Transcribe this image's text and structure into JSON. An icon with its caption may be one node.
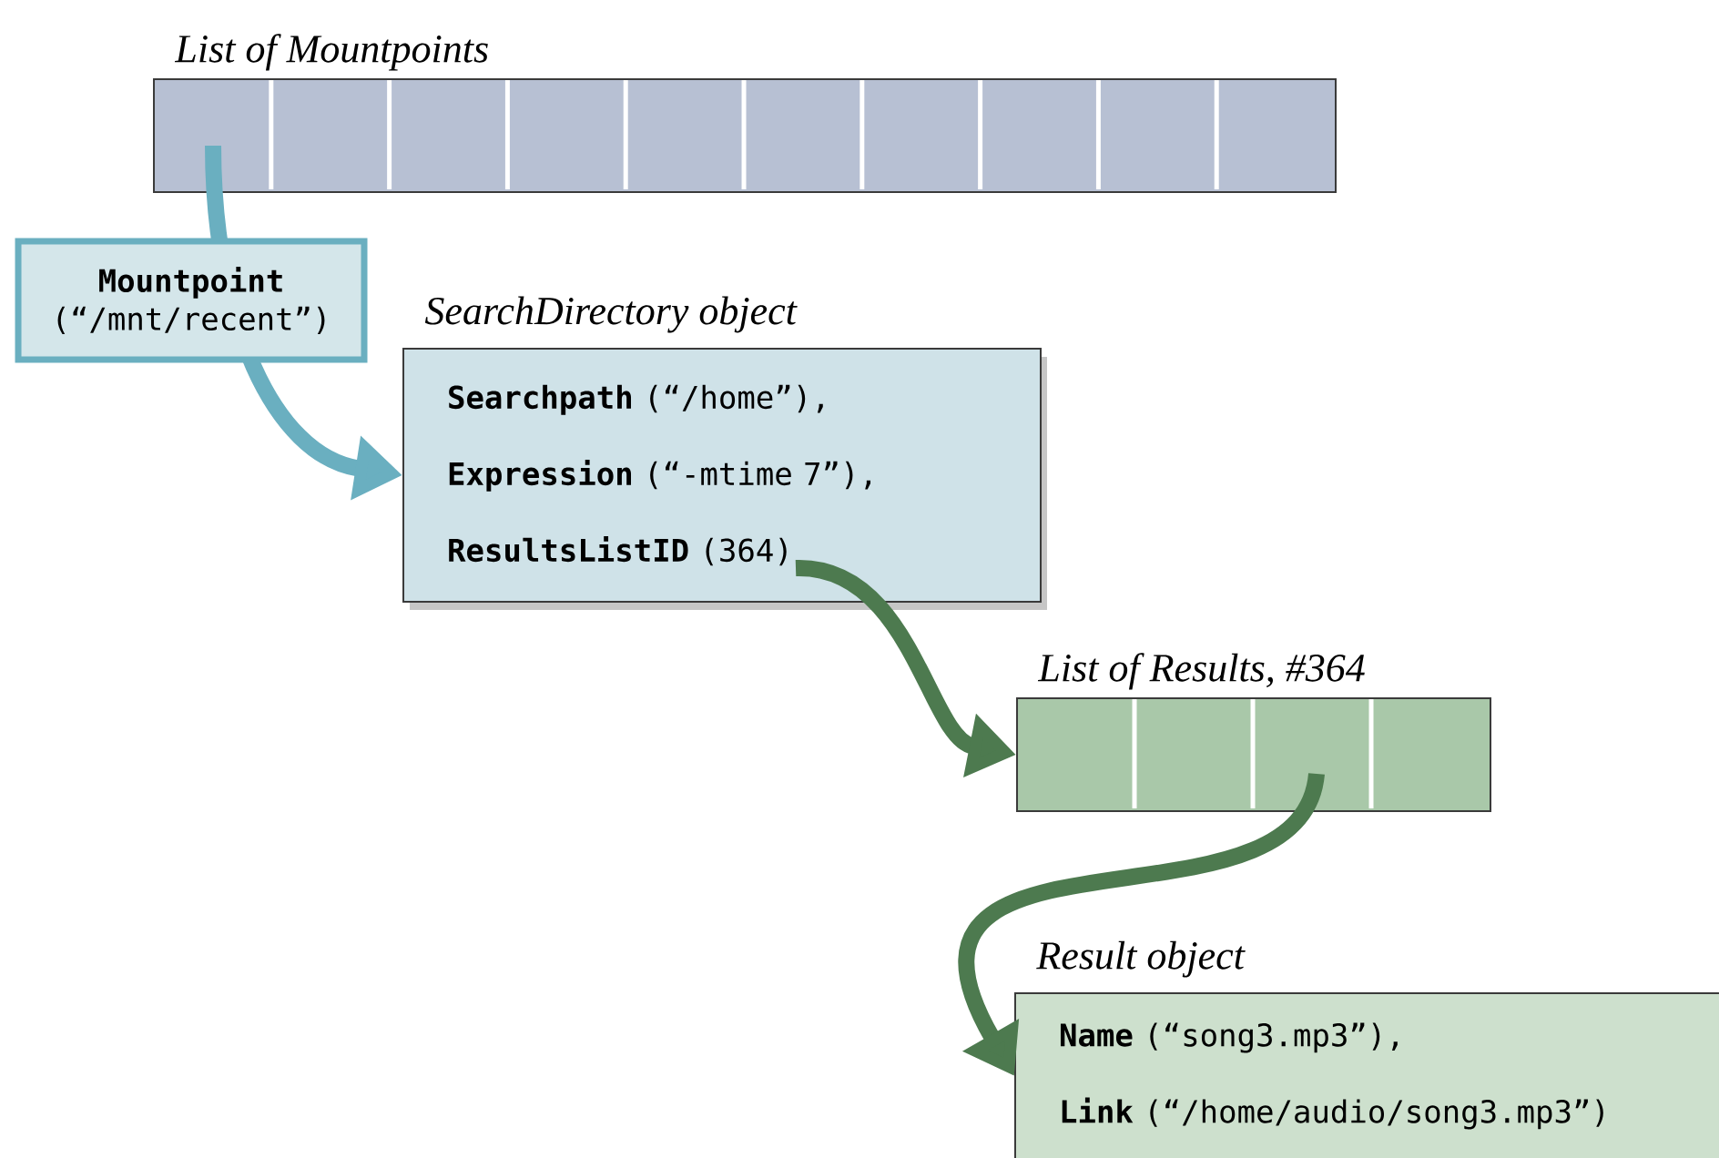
{
  "diagram": {
    "nodes": [
      {
        "text": [
          "List of Mountpoints"
        ]
      },
      {
        "text": [
          "SearchDirectory object",
          "**Searchpath** (“/home”),",
          "**Expression** (“-mtime 7”),",
          "**ResultsListID**     (364)"
        ]
      },
      {
        "text": [
          "List of Results, #364"
        ]
      },
      {
        "text": [
          "Result object",
          "**Name** (“song3.mp3”),",
          "**Link** (“/home/audio/song3.mp3”)"
        ]
      }
    ],
    "edges": [
      {
        "from": 0,
        "to": 1,
        "arrow": "to",
        "label": "**Mountpoint** (“/mnt/recent”)",
        "color": "#6aafc0"
      },
      {
        "from": 1,
        "to": 2,
        "arrow": "to"
      },
      {
        "from": 2,
        "to": 3,
        "arrow": "to"
      }
    ]
  }
}
